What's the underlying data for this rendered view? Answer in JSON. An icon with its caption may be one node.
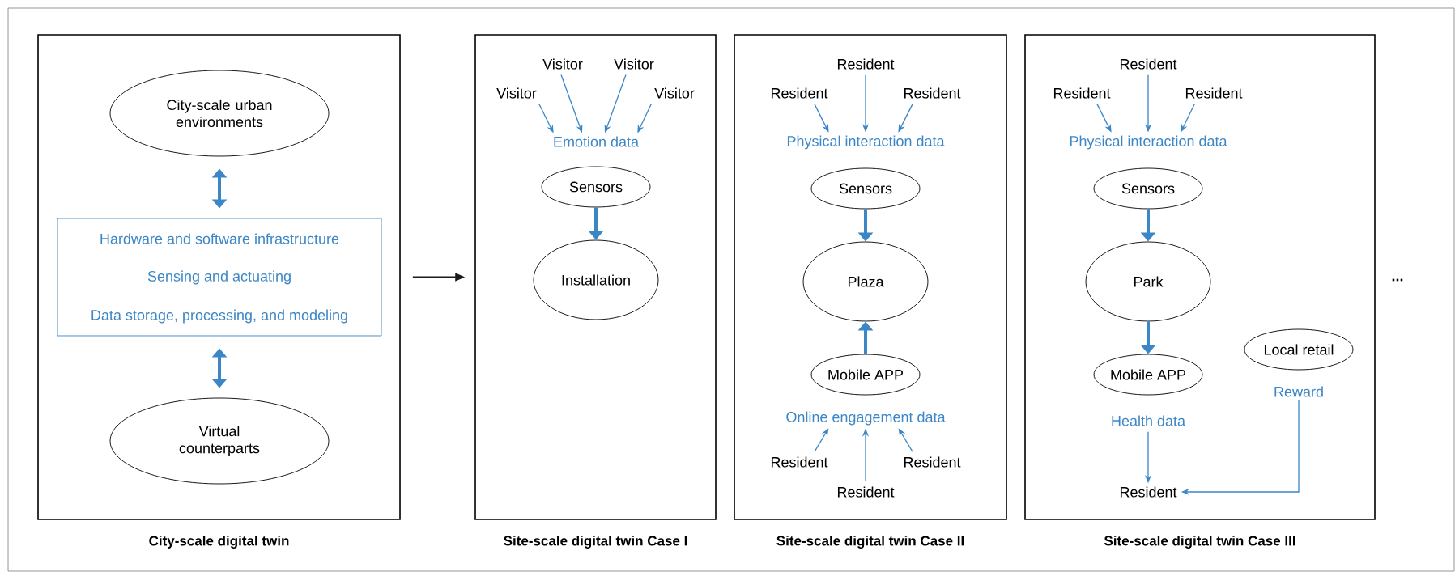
{
  "diagram": {
    "nodes": [
      {
        "text": [
          "City-scale digital twin"
        ]
      },
      {
        "text": [
          "City-scale urban environments"
        ],
        "in": 0
      },
      {
        "text": [
          "Hardware and software infrastructure",
          "Sensing and actuating",
          "Data storage, processing, and modeling"
        ],
        "in": 0
      },
      {
        "text": [
          "Virtual counterparts"
        ],
        "in": 0
      },
      {
        "text": [
          "Site-scale digital twin Case I"
        ]
      },
      {
        "text": [
          "Visitor"
        ],
        "in": 4
      },
      {
        "text": [
          "Visitor"
        ],
        "in": 4
      },
      {
        "text": [
          "Visitor"
        ],
        "in": 4
      },
      {
        "text": [
          "Visitor"
        ],
        "in": 4
      },
      {
        "text": [
          "Emotion data"
        ],
        "in": 4
      },
      {
        "text": [
          "Sensors"
        ],
        "in": 4
      },
      {
        "text": [
          "Installation"
        ],
        "in": 4
      },
      {
        "text": [
          "Site-scale digital twin Case II"
        ]
      },
      {
        "text": [
          "Resident"
        ],
        "in": 12
      },
      {
        "text": [
          "Resident"
        ],
        "in": 12
      },
      {
        "text": [
          "Resident"
        ],
        "in": 12
      },
      {
        "text": [
          "Physical interaction data"
        ],
        "in": 12
      },
      {
        "text": [
          "Sensors"
        ],
        "in": 12
      },
      {
        "text": [
          "Plaza"
        ],
        "in": 12
      },
      {
        "text": [
          "Mobile APP"
        ],
        "in": 12
      },
      {
        "text": [
          "Online engagement data"
        ],
        "in": 12
      },
      {
        "text": [
          "Resident"
        ],
        "in": 12
      },
      {
        "text": [
          "Resident"
        ],
        "in": 12
      },
      {
        "text": [
          "Resident"
        ],
        "in": 12
      },
      {
        "text": [
          "Site-scale digital twin Case III"
        ]
      },
      {
        "text": [
          "Resident"
        ],
        "in": 24
      },
      {
        "text": [
          "Resident"
        ],
        "in": 24
      },
      {
        "text": [
          "Resident"
        ],
        "in": 24
      },
      {
        "text": [
          "Physical interaction data"
        ],
        "in": 24
      },
      {
        "text": [
          "Sensors"
        ],
        "in": 24
      },
      {
        "text": [
          "Park"
        ],
        "in": 24
      },
      {
        "text": [
          "Local retail"
        ],
        "in": 24
      },
      {
        "text": [
          "Mobile APP"
        ],
        "in": 24
      },
      {
        "text": [
          "Reward"
        ],
        "in": 24
      },
      {
        "text": [
          "Health data"
        ],
        "in": 24
      },
      {
        "text": [
          "Resident"
        ],
        "in": 24
      }
    ],
    "edges": [
      {
        "from": 1,
        "to": 2,
        "arrow": "both",
        "style": "thick"
      },
      {
        "from": 2,
        "to": 3,
        "arrow": "both",
        "style": "thick"
      },
      {
        "from": 0,
        "to": 4,
        "arrow": "to",
        "color": "#1a1a1a"
      },
      {
        "from": 5,
        "to": 9,
        "arrow": "to"
      },
      {
        "from": 6,
        "to": 9,
        "arrow": "to"
      },
      {
        "from": 7,
        "to": 9,
        "arrow": "to"
      },
      {
        "from": 8,
        "to": 9,
        "arrow": "to"
      },
      {
        "from": 10,
        "to": 11,
        "arrow": "to",
        "style": "thick"
      },
      {
        "from": 13,
        "to": 16,
        "arrow": "to"
      },
      {
        "from": 14,
        "to": 16,
        "arrow": "to"
      },
      {
        "from": 15,
        "to": 16,
        "arrow": "to"
      },
      {
        "from": 17,
        "to": 18,
        "arrow": "to",
        "style": "thick"
      },
      {
        "from": 19,
        "to": 18,
        "arrow": "to",
        "style": "thick"
      },
      {
        "from": 21,
        "to": 20,
        "arrow": "to"
      },
      {
        "from": 23,
        "to": 20,
        "arrow": "to"
      },
      {
        "from": 22,
        "to": 20,
        "arrow": "to"
      },
      {
        "from": 25,
        "to": 28,
        "arrow": "to"
      },
      {
        "from": 26,
        "to": 28,
        "arrow": "to"
      },
      {
        "from": 27,
        "to": 28,
        "arrow": "to"
      },
      {
        "from": 29,
        "to": 30,
        "arrow": "to",
        "style": "thick"
      },
      {
        "from": 30,
        "to": 32,
        "arrow": "to",
        "style": "thick"
      },
      {
        "from": 34,
        "to": 35,
        "arrow": "to"
      },
      {
        "from": 33,
        "to": 35,
        "arrow": "to"
      }
    ],
    "labels": [
      "..."
    ]
  }
}
